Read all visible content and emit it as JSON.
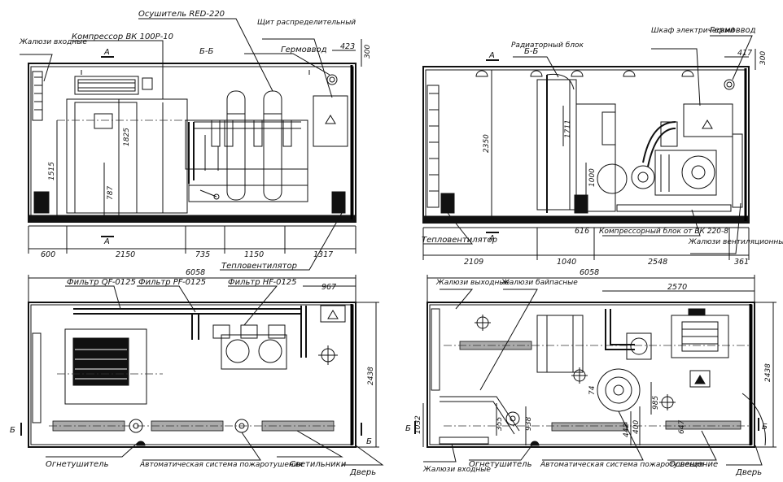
{
  "views": {
    "top_left": {
      "section_mark": "Б-Б",
      "labels": {
        "louvers_in": "Жалюзи входные",
        "compressor": "Компрессор ВК 100Р-10",
        "dryer": "Осушитель RED-220",
        "panel": "Щит распределительный",
        "cable_entry": "Гермоввод",
        "heater": "Тепловентилятор",
        "mark_a_top": "А",
        "mark_a_bottom": "А"
      },
      "dims": {
        "d600": "600",
        "d2150": "2150",
        "d735": "735",
        "d1150": "1150",
        "d1317": "1317",
        "d423": "423",
        "d300": "300",
        "v1515": "1515",
        "v1825": "1825",
        "v787": "787"
      }
    },
    "top_right": {
      "section_mark": "Б-Б",
      "labels": {
        "radiator": "Радиаторный блок",
        "cabinet": "Шкаф электрический",
        "cable_entry": "Гермоввод",
        "compressor_block": "Компрессорный блок от ВК 220-8",
        "heater": "Тепловентилятор",
        "louvers_vent": "Жалюзи вентиляционные",
        "mark_a_top": "А",
        "mark_a_bottom": "А"
      },
      "dims": {
        "d417": "417",
        "d300": "300",
        "v2350": "2350",
        "v1711": "1711",
        "v1000": "1000",
        "d616": "616",
        "d2109": "2109",
        "d1040": "1040",
        "d2548": "2548",
        "d361": "361"
      }
    },
    "bottom_left": {
      "labels": {
        "filter_qf": "Фильтр QF-0125",
        "filter_pf": "Фильтр PF-0125",
        "filter_hf": "Фильтр HF-0125",
        "extinguisher": "Огнетушитель",
        "fire_system": "Автоматическая система пожаротушения",
        "lamps": "Светильники",
        "door": "Дверь",
        "mark_b_left": "Б",
        "mark_b_right": "Б"
      },
      "dims": {
        "d6058": "6058",
        "d967": "967",
        "v2438": "2438"
      }
    },
    "bottom_right": {
      "labels": {
        "louvers_out": "Жалюзи выходные",
        "louvers_bypass": "Жалюзи байпасные",
        "louvers_in": "Жалюзи входные",
        "extinguisher": "Огнетушитель",
        "fire_system": "Автоматическая система пожаротушения",
        "lighting": "Освещение",
        "door": "Дверь",
        "mark_b_left": "Б",
        "mark_b_right": "Б"
      },
      "dims": {
        "d6058": "6058",
        "d2570": "2570",
        "v2438": "2438",
        "v1032": "1032",
        "v355": "355",
        "v938": "938",
        "v442": "442",
        "v400": "400",
        "v985": "985",
        "v647": "647",
        "v74": "74"
      }
    }
  }
}
